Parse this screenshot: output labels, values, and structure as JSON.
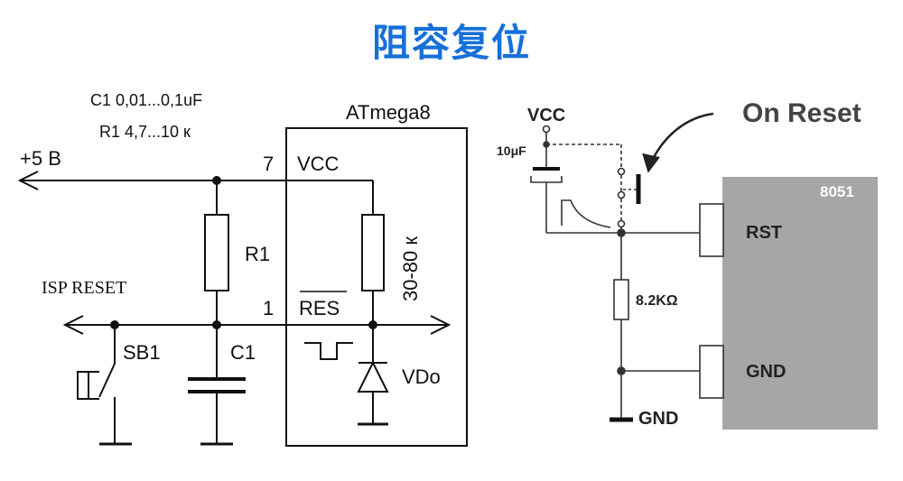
{
  "title": "阻容复位",
  "left_circuit": {
    "params_line1": "C1 0,01...0,1uF",
    "params_line2": "R1 4,7...10 к",
    "chip_name": "ATmega8",
    "supply_label": "+5 В",
    "pin_vcc_number": "7",
    "pin_vcc_label": "VCC",
    "r1_label": "R1",
    "internal_res_label": "30-80 к",
    "isp_label": "ISP RESET",
    "pin_res_number": "1",
    "pin_res_label": "RES",
    "sb1_label": "SB1",
    "c1_label": "C1",
    "diode_label": "VDo"
  },
  "right_circuit": {
    "vcc_label": "VCC",
    "cap_label": "10μF",
    "annotation": "On Reset",
    "chip_name": "8051",
    "rst_label": "RST",
    "res_label": "8.2KΩ",
    "gnd_pin_label": "GND",
    "gnd_label": "GND",
    "chip_color": "#a6a6a6"
  }
}
